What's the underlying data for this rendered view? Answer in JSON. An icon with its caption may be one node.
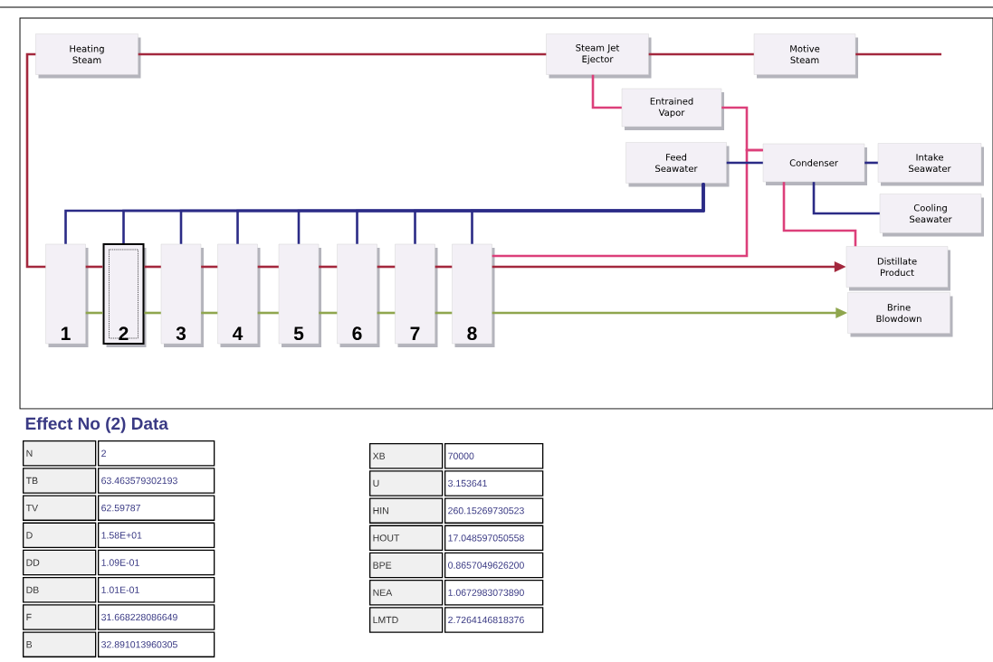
{
  "diagram": {
    "title": "Effect No (2) Data",
    "nodes": [
      {
        "text": [
          "Heating Steam"
        ]
      },
      {
        "text": [
          "Steam Jet Ejector"
        ]
      },
      {
        "text": [
          "Motive Steam"
        ]
      },
      {
        "text": [
          "Entrained Vapor"
        ]
      },
      {
        "text": [
          "Feed Seawater"
        ]
      },
      {
        "text": [
          "Condenser"
        ]
      },
      {
        "text": [
          "Intake Seawater"
        ]
      },
      {
        "text": [
          "Cooling Seawater"
        ]
      },
      {
        "text": [
          "Distillate Product"
        ]
      },
      {
        "text": [
          "Brine Blowdown"
        ]
      },
      {
        "text": [
          "1"
        ]
      },
      {
        "text": [
          "2"
        ]
      },
      {
        "text": [
          "3"
        ]
      },
      {
        "text": [
          "4"
        ]
      },
      {
        "text": [
          "5"
        ]
      },
      {
        "text": [
          "6"
        ]
      },
      {
        "text": [
          "7"
        ]
      },
      {
        "text": [
          "8"
        ]
      }
    ],
    "edges": [
      {
        "from": 1,
        "to": 0,
        "arrow": "none"
      },
      {
        "from": 2,
        "to": 1,
        "arrow": "none"
      },
      {
        "from": null,
        "to": 2,
        "arrow": "none"
      },
      {
        "from": 0,
        "to": 10,
        "arrow": "none"
      },
      {
        "from": 10,
        "to": 11,
        "arrow": "none"
      },
      {
        "from": 11,
        "to": 12,
        "arrow": "none"
      },
      {
        "from": 12,
        "to": 13,
        "arrow": "none"
      },
      {
        "from": 13,
        "to": 14,
        "arrow": "none"
      },
      {
        "from": 14,
        "to": 15,
        "arrow": "none"
      },
      {
        "from": 15,
        "to": 16,
        "arrow": "none"
      },
      {
        "from": 16,
        "to": 17,
        "arrow": "none"
      },
      {
        "from": 10,
        "to": 11,
        "arrow": "none",
        "color": "#8fa64e"
      },
      {
        "from": 11,
        "to": 12,
        "arrow": "none",
        "color": "#8fa64e"
      },
      {
        "from": 12,
        "to": 13,
        "arrow": "none",
        "color": "#8fa64e"
      },
      {
        "from": 13,
        "to": 14,
        "arrow": "none",
        "color": "#8fa64e"
      },
      {
        "from": 14,
        "to": 15,
        "arrow": "none",
        "color": "#8fa64e"
      },
      {
        "from": 15,
        "to": 16,
        "arrow": "none",
        "color": "#8fa64e"
      },
      {
        "from": 16,
        "to": 17,
        "arrow": "none",
        "color": "#8fa64e"
      },
      {
        "from": 17,
        "to": 8,
        "arrow": "to"
      },
      {
        "from": 17,
        "to": 9,
        "arrow": "to",
        "color": "#8fa64e"
      },
      {
        "from": 1,
        "to": 3,
        "arrow": "none",
        "color": "#dc3f7a"
      },
      {
        "from": 3,
        "to": 5,
        "arrow": "none",
        "color": "#dc3f7a"
      },
      {
        "from": 17,
        "to": 5,
        "arrow": "none",
        "color": "#dc3f7a"
      },
      {
        "from": 4,
        "to": 5,
        "arrow": "none",
        "color": "#2b2b86"
      },
      {
        "from": 6,
        "to": 5,
        "arrow": "none",
        "color": "#2b2b86"
      },
      {
        "from": 7,
        "to": 5,
        "arrow": "none",
        "color": "#2b2b86"
      },
      {
        "from": 5,
        "to": 8,
        "arrow": "none",
        "color": "#dc3f7a"
      },
      {
        "from": 4,
        "to": 10,
        "arrow": "none",
        "color": "#2b2b86"
      },
      {
        "from": 4,
        "to": 11,
        "arrow": "none",
        "color": "#2b2b86"
      },
      {
        "from": 4,
        "to": 12,
        "arrow": "none",
        "color": "#2b2b86"
      },
      {
        "from": 4,
        "to": 13,
        "arrow": "none",
        "color": "#2b2b86"
      },
      {
        "from": 4,
        "to": 14,
        "arrow": "none",
        "color": "#2b2b86"
      },
      {
        "from": 4,
        "to": 15,
        "arrow": "none",
        "color": "#2b2b86"
      },
      {
        "from": 4,
        "to": 16,
        "arrow": "none",
        "color": "#2b2b86"
      },
      {
        "from": 4,
        "to": 17,
        "arrow": "none",
        "color": "#2b2b86"
      }
    ],
    "labels": [
      "N",
      "2",
      "TB",
      "63.463579302193",
      "TV",
      "62.59787",
      "D",
      "1.58E+01",
      "DD",
      "1.09E-01",
      "DB",
      "1.01E-01",
      "F",
      "31.668228086649",
      "B",
      "32.891013960305",
      "XB",
      "70000",
      "U",
      "3.153641",
      "HIN",
      "260.15269730523",
      "HOUT",
      "17.048597050558",
      "BPE",
      "0.8657049626200",
      "NEA",
      "1.0672983073890",
      "LMTD",
      "2.7264146818376"
    ]
  }
}
